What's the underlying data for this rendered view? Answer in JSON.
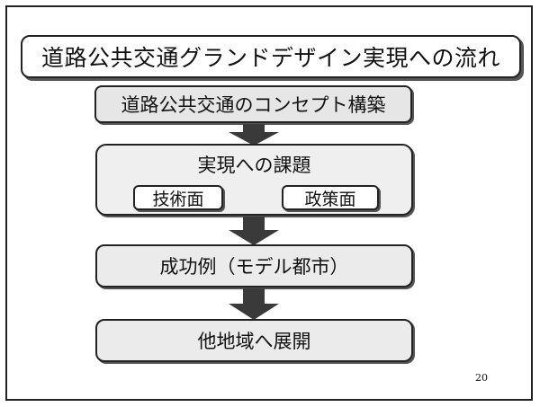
{
  "title": "道路公共交通グランドデザイン実現への流れ",
  "steps": {
    "concept": "道路公共交通のコンセプト構築",
    "issues": {
      "label": "実現への課題",
      "technical": "技術面",
      "policy": "政策面"
    },
    "success": "成功例（モデル都市）",
    "expand": "他地域へ展開"
  },
  "page_number": "20",
  "colors": {
    "arrow": "#3a3a3a",
    "box_fill": "#ebebeb",
    "border": "#222222"
  }
}
